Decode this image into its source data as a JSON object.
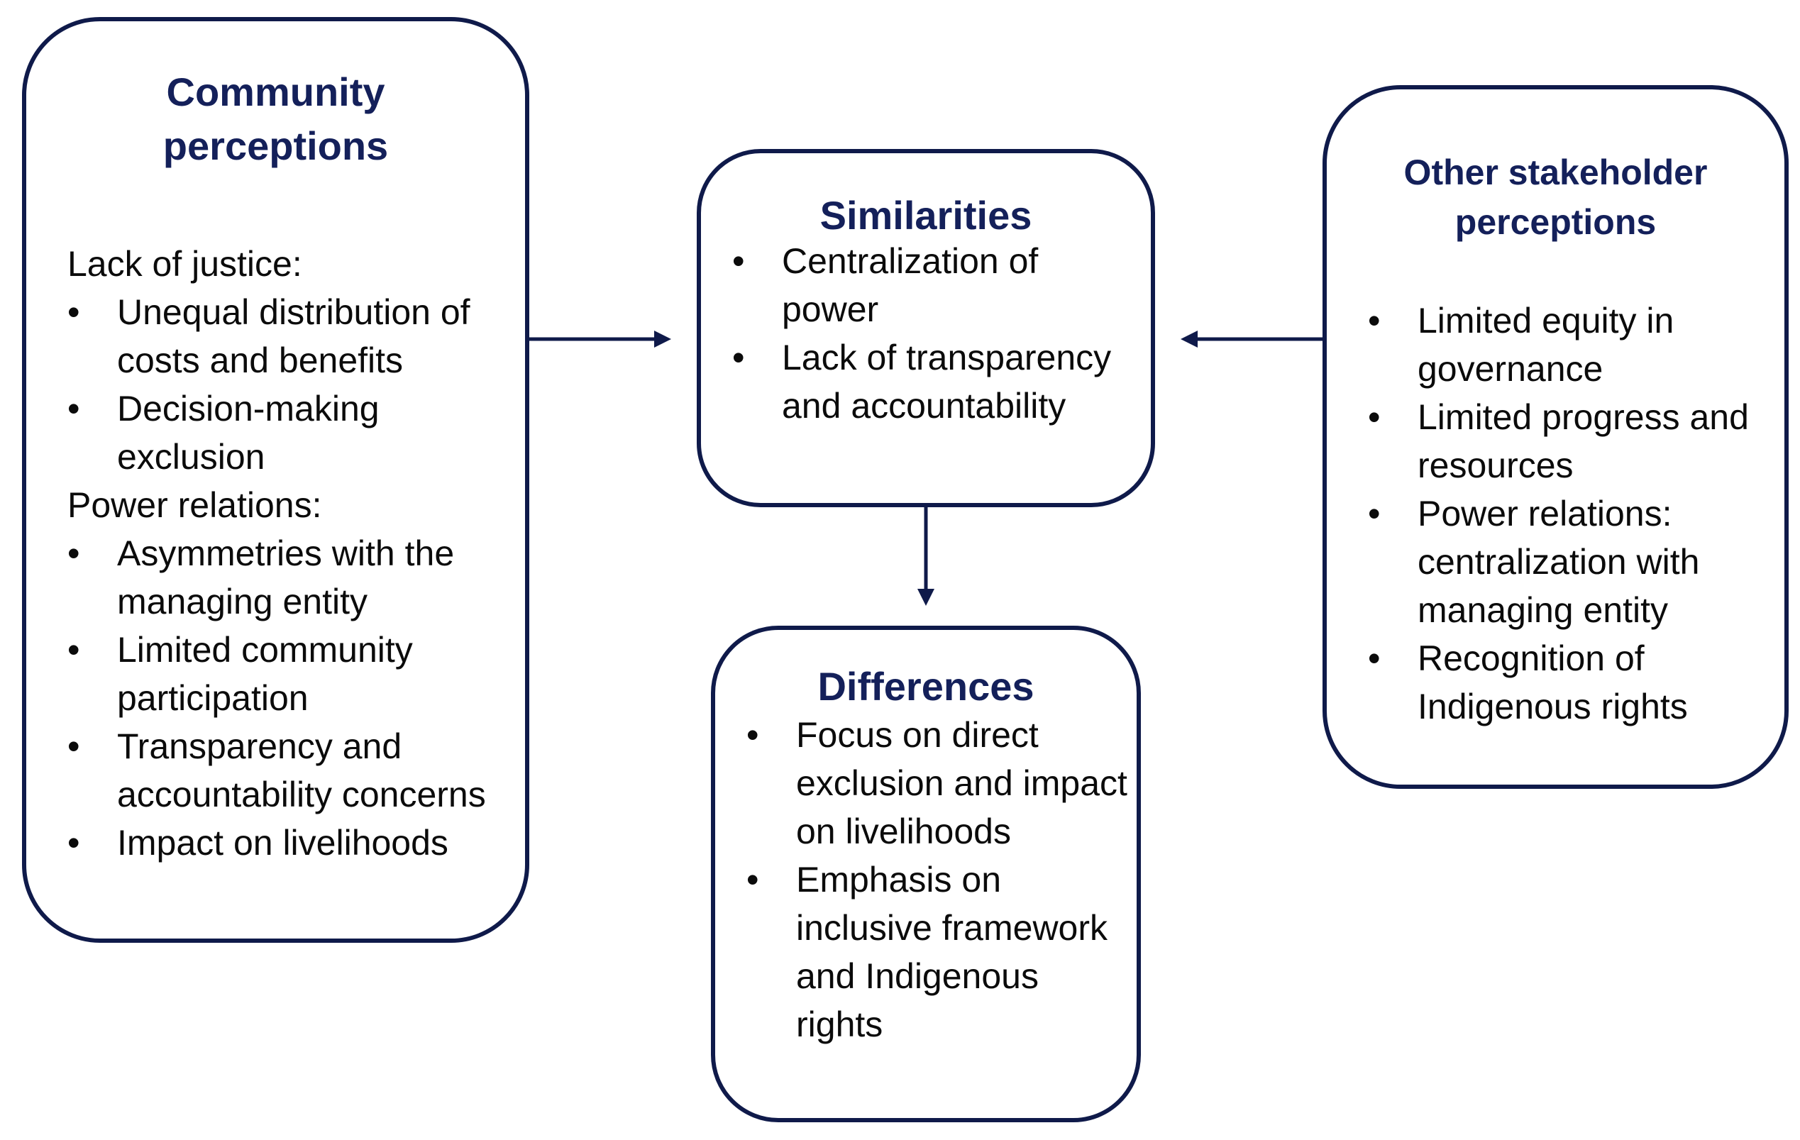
{
  "colors": {
    "border": "#0f1a4a",
    "title": "#14205a",
    "text": "#0b0b0b",
    "background": "#ffffff"
  },
  "community": {
    "title_line1": "Community",
    "title_line2": "perceptions",
    "section1_heading": "Lack of justice:",
    "section1_items": [
      "Unequal distribution of costs and benefits",
      "Decision-making exclusion"
    ],
    "section2_heading": "Power relations:",
    "section2_items": [
      "Asymmetries with the managing entity",
      "Limited community participation",
      "Transparency and accountability concerns",
      "Impact on livelihoods"
    ]
  },
  "similarities": {
    "title": "Similarities",
    "items": [
      "Centralization of power",
      "Lack of transparency and accountability"
    ]
  },
  "differences": {
    "title": "Differences",
    "items": [
      "Focus on direct exclusion and impact on livelihoods",
      "Emphasis on inclusive framework and Indigenous rights"
    ]
  },
  "other": {
    "title_line1": "Other stakeholder",
    "title_line2": "perceptions",
    "items": [
      "Limited equity in governance",
      "Limited progress and resources",
      "Power relations: centralization with managing entity",
      "Recognition of Indigenous rights"
    ]
  },
  "bullet_glyph": "•"
}
